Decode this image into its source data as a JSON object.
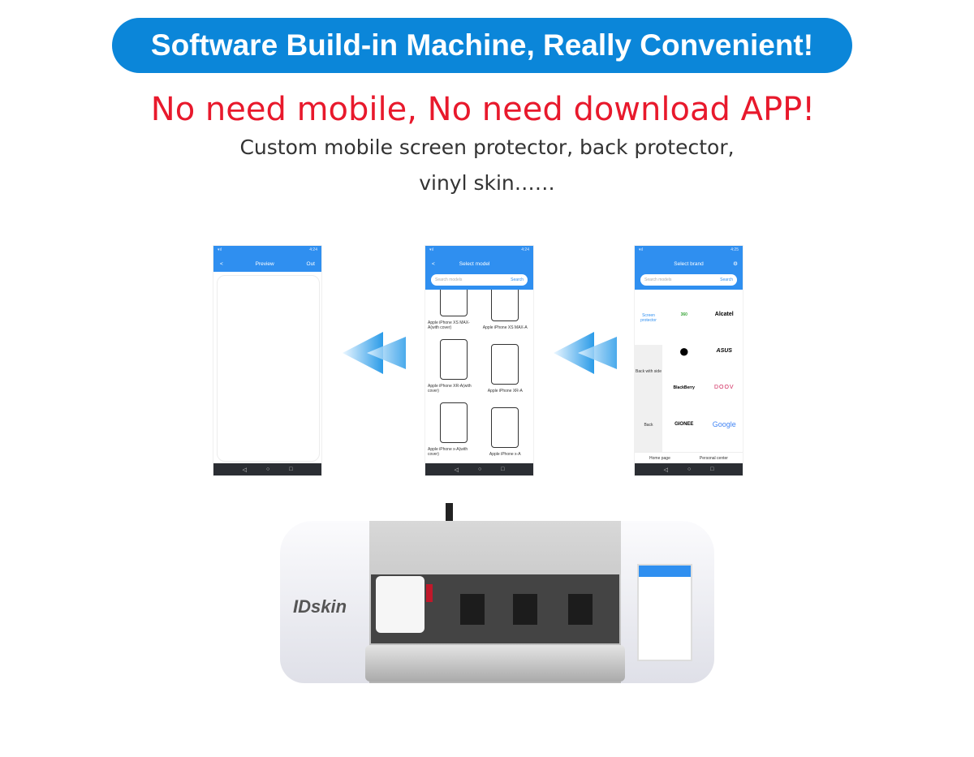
{
  "banner": {
    "title": "Software Build-in Machine, Really Convenient!"
  },
  "headline": "No need mobile, No need download APP!",
  "description": {
    "line1": "Custom mobile screen protector, back protector,",
    "line2": "vinyl skin……"
  },
  "colors": {
    "banner": "#0b86d9",
    "headline": "#e8192c",
    "app_blue": "#2f8ff0"
  },
  "phones": [
    {
      "title": "Preview",
      "back": "<",
      "action": "Out",
      "time": "4:24"
    },
    {
      "title": "Select model",
      "back": "<",
      "time": "4:24",
      "search_placeholder": "Search models",
      "search_button": "Search",
      "models": [
        "Apple iPhone XS MAX-A(with cover)",
        "Apple iPhone XS MAX-A",
        "Apple iPhone XR-A(with cover)",
        "Apple iPhone XR-A",
        "Apple iPhone x-A(with cover)",
        "Apple iPhone x-A"
      ]
    },
    {
      "title": "Select brand",
      "time": "4:25",
      "search_placeholder": "Search models",
      "search_button": "Search",
      "categories": [
        "Screen protector",
        "Back with side",
        "Back"
      ],
      "brands": [
        "360",
        "Alcatel",
        "",
        "ASUS",
        "BlackBerry",
        "DOOV",
        "GIONEE",
        "Google"
      ],
      "tabs": [
        "Home page",
        "Personal center"
      ]
    }
  ],
  "machine": {
    "logo": "IDskin"
  }
}
